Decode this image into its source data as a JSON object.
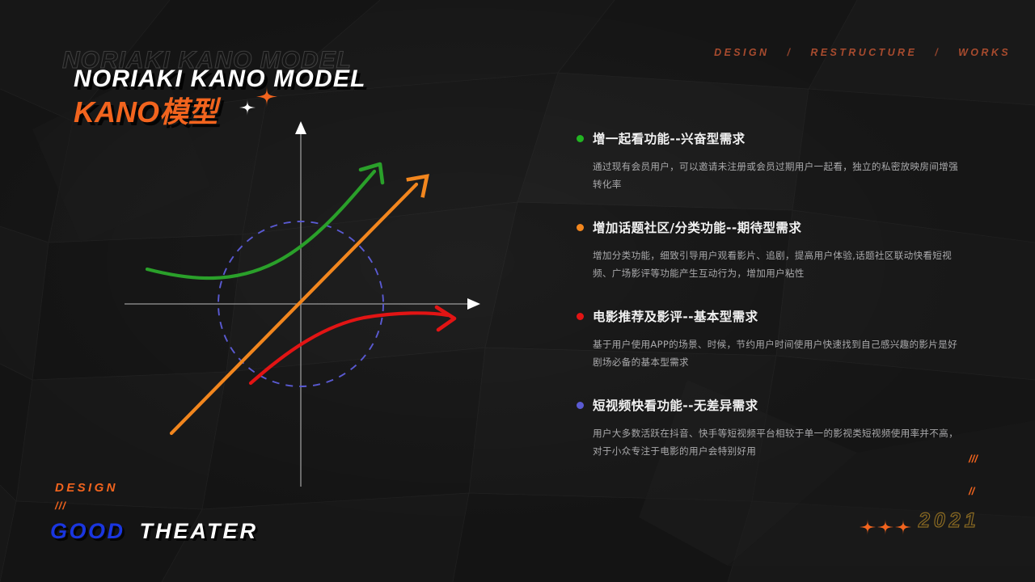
{
  "meta": {
    "slide_title": "KANO模型",
    "theme": {
      "bg": "#131313",
      "accent_orange": "#f2641e",
      "accent_blue": "#1a36e0",
      "text": "#ffffff",
      "muted": "#a9a9ab",
      "year_stroke": "#8a6a22"
    }
  },
  "topnav": {
    "items": [
      "DESIGN",
      "RESTRUCTURE",
      "WORKS"
    ],
    "separator": "/"
  },
  "title": {
    "ghost_en": "NORIAKI KANO MODEL",
    "main_en": "NORIAKI KANO MODEL",
    "main_cn": "KANO模型",
    "sparkle_white": "sparkle-icon",
    "sparkle_orange": "sparkle-icon"
  },
  "chart_data": {
    "type": "line",
    "title": "Kano Model",
    "xlabel": "",
    "ylabel": "",
    "xlim": [
      -1,
      1
    ],
    "ylim": [
      -1,
      1
    ],
    "grid": false,
    "legend": "none",
    "axes": {
      "x_axis": "horizontal axis with right arrowhead",
      "y_axis": "vertical axis with up arrowhead",
      "color": "#9a9a9a"
    },
    "annotations": [
      {
        "name": "reference-circle",
        "shape": "dashed-circle",
        "color": "#5a5ad2",
        "center": [
          0,
          0
        ],
        "radius": 0.62
      }
    ],
    "series": [
      {
        "name": "兴奋型需求",
        "color": "#2aa02a",
        "arrow": true,
        "curve": "exciting",
        "x": [
          -0.95,
          -0.7,
          -0.45,
          -0.2,
          0.05,
          0.3,
          0.55,
          0.72
        ],
        "y": [
          -0.09,
          -0.16,
          -0.16,
          -0.09,
          0.06,
          0.3,
          0.62,
          0.85
        ]
      },
      {
        "name": "期待型需求",
        "color": "#f2861e",
        "arrow": true,
        "curve": "linear",
        "x": [
          -0.84,
          0.0,
          0.8
        ],
        "y": [
          -0.84,
          0.0,
          0.8
        ]
      },
      {
        "name": "基本型需求",
        "color": "#e21414",
        "arrow": true,
        "curve": "basic",
        "x": [
          -0.47,
          -0.25,
          0.0,
          0.25,
          0.5,
          0.8
        ],
        "y": [
          -0.7,
          -0.52,
          -0.33,
          -0.22,
          -0.17,
          -0.16
        ]
      },
      {
        "name": "无差异需求",
        "color": "#5a5ad2",
        "arrow": false,
        "curve": "indifferent",
        "x": [],
        "y": []
      }
    ]
  },
  "list": {
    "items": [
      {
        "dot_color": "#22b422",
        "title": "增一起看功能--兴奋型需求",
        "body": "通过现有会员用户，可以邀请未注册或会员过期用户一起看，独立的私密放映房间增强转化率"
      },
      {
        "dot_color": "#f2861e",
        "title": "增加话题社区/分类功能--期待型需求",
        "body": "增加分类功能，细致引导用户观看影片、追剧，提高用户体验,话题社区联动快看短视频、广场影评等功能产生互动行为，增加用户粘性"
      },
      {
        "dot_color": "#e21414",
        "title": "电影推荐及影评--基本型需求",
        "body": "基于用户使用APP的场景、时候，节约用户时间使用户快速找到自己感兴趣的影片是好剧场必备的基本型需求"
      },
      {
        "dot_color": "#5a5ad2",
        "title": "短视频快看功能--无差异需求",
        "body": "用户大多数活跃在抖音、快手等短视频平台相较于单一的影视类短视频使用率并不高，对于小众专注于电影的用户会特别好用"
      }
    ]
  },
  "footer": {
    "design_label": "DESIGN",
    "slashes": "///",
    "brand_first": "GOOD",
    "brand_second": "THEATER",
    "year": "2021",
    "deco_slashes_top": [
      "///"
    ],
    "deco_slashes_bottom": [
      "//"
    ],
    "stars_icon": "star-icon"
  }
}
